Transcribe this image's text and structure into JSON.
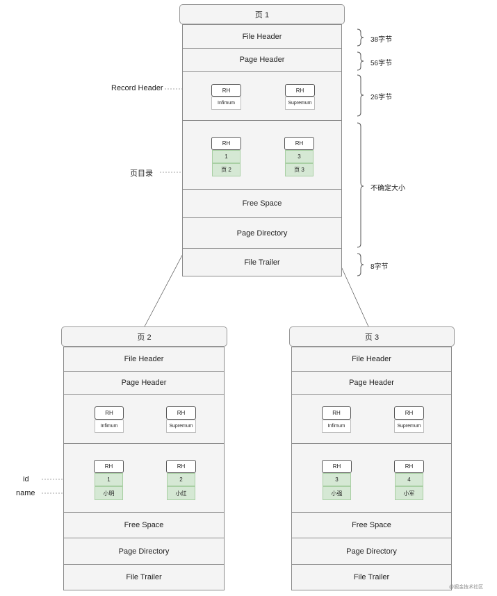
{
  "main_page": {
    "title": "页 1",
    "file_header": "File Header",
    "page_header": "Page Header",
    "free_space": "Free Space",
    "page_directory": "Page Directory",
    "file_trailer": "File Trailer",
    "rh": "RH",
    "infimum": "Infimum",
    "supremum": "Supremum",
    "rec1_id": "1",
    "rec1_page": "页 2",
    "rec2_id": "3",
    "rec2_page": "页 3"
  },
  "annotations": {
    "record_header": "Record Header",
    "page_dir_label": "页目录",
    "size_file_header": "38字节",
    "size_page_header": "56字节",
    "size_infsup": "26字节",
    "size_user": "不确定大小",
    "size_trailer": "8字节",
    "id_label": "id",
    "name_label": "name"
  },
  "page2": {
    "title": "页 2",
    "file_header": "File Header",
    "page_header": "Page Header",
    "free_space": "Free Space",
    "page_directory": "Page Directory",
    "file_trailer": "File Trailer",
    "rh": "RH",
    "infimum": "Infimum",
    "supremum": "Supremum",
    "rec1_id": "1",
    "rec1_name": "小明",
    "rec2_id": "2",
    "rec2_name": "小红"
  },
  "page3": {
    "title": "页 3",
    "file_header": "File Header",
    "page_header": "Page Header",
    "free_space": "Free Space",
    "page_directory": "Page Directory",
    "file_trailer": "File Trailer",
    "rh": "RH",
    "infimum": "Infimum",
    "supremum": "Supremum",
    "rec1_id": "3",
    "rec1_name": "小强",
    "rec2_id": "4",
    "rec2_name": "小军"
  },
  "watermark": "@掘金技术社区"
}
